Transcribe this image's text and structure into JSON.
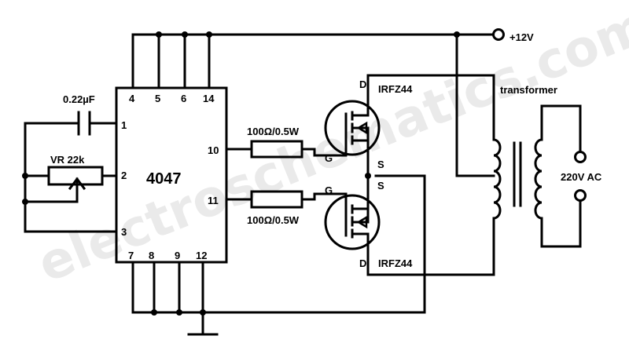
{
  "watermark": "electroschematics.com",
  "supply": {
    "label": "+12V"
  },
  "ic": {
    "name": "4047",
    "pins_top": [
      "4",
      "5",
      "6",
      "14"
    ],
    "pins_left": [
      "1",
      "2",
      "3"
    ],
    "pins_right": [
      "10",
      "11"
    ],
    "pins_bottom": [
      "7",
      "8",
      "9",
      "12"
    ]
  },
  "capacitor": {
    "label": "0.22µF"
  },
  "potentiometer": {
    "label": "VR  22k"
  },
  "resistor_top": {
    "label": "100Ω/0.5W"
  },
  "resistor_bottom": {
    "label": "100Ω/0.5W"
  },
  "mosfet_top": {
    "name": "IRFZ44",
    "drain": "D",
    "gate": "G",
    "source": "S"
  },
  "mosfet_bottom": {
    "name": "IRFZ44",
    "drain": "D",
    "gate": "G",
    "source": "S"
  },
  "transformer": {
    "label": "transformer",
    "output": "220V AC"
  }
}
